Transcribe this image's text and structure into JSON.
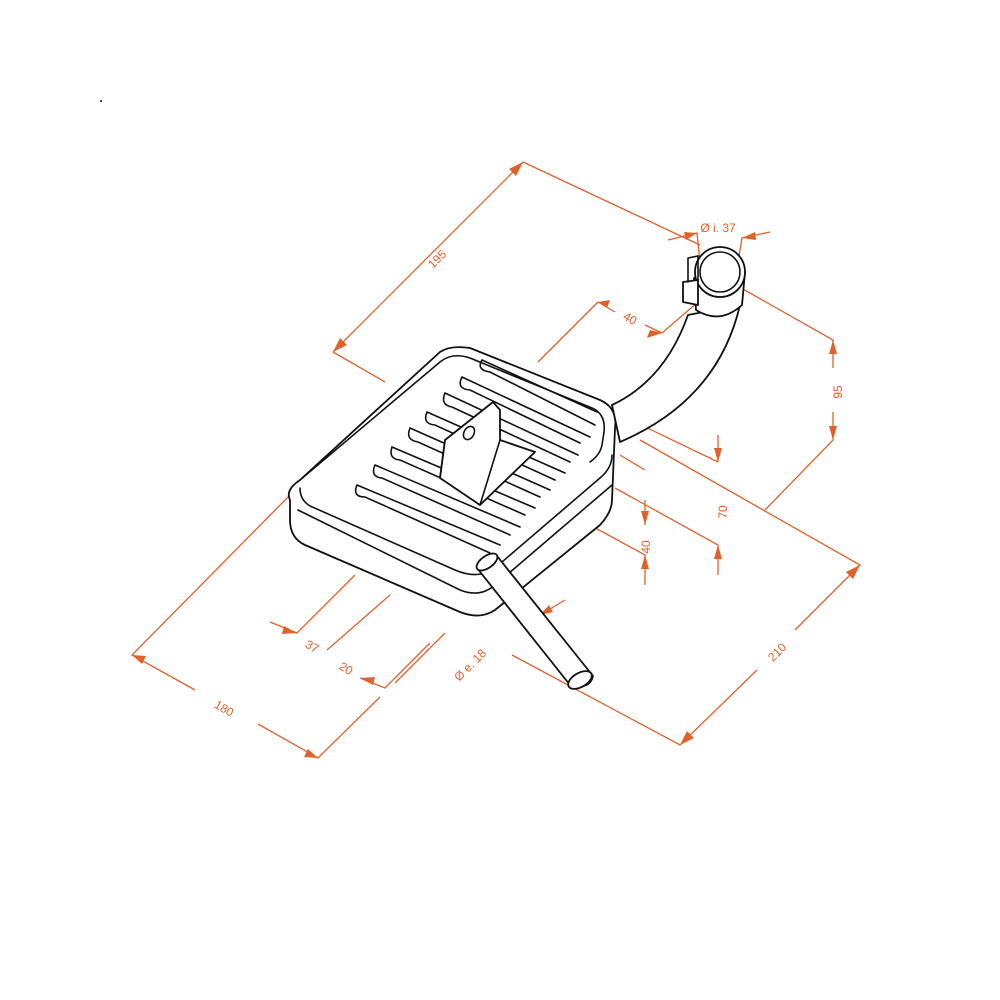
{
  "drawing": {
    "subject": "muffler",
    "colors": {
      "dimension": "#e0612a",
      "outline": "#111111"
    },
    "dimensions": {
      "length_top": "195",
      "inlet_inner_diameter": "Ø i. 37",
      "inlet_offset": "40",
      "height_inlet": "95",
      "height_body": "70",
      "height_outlet": "40",
      "width": "210",
      "depth": "180",
      "outlet_offset_a": "37",
      "outlet_offset_b": "20",
      "outlet_outer_diameter": "Ø e. 18"
    }
  }
}
